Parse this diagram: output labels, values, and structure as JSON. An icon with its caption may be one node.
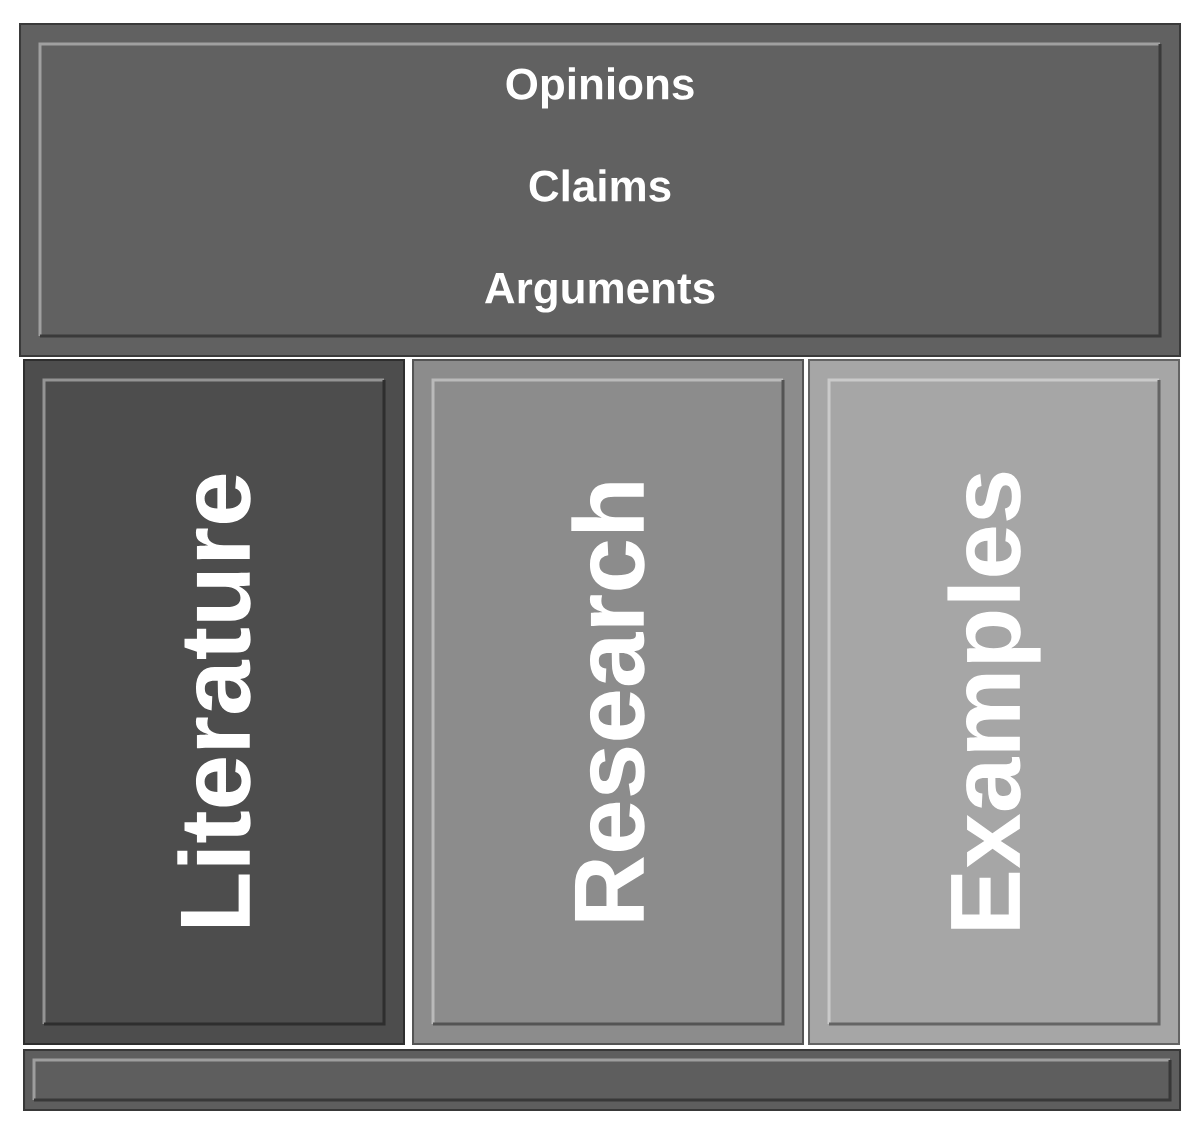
{
  "diagram": {
    "nodes": [
      {
        "text": [
          "Opinions",
          "Claims",
          "Arguments"
        ]
      },
      {
        "text": [
          "Literature"
        ]
      },
      {
        "text": [
          "Research"
        ]
      },
      {
        "text": [
          "Examples"
        ]
      },
      {
        "text": [],
        "shape": "bar"
      }
    ]
  }
}
